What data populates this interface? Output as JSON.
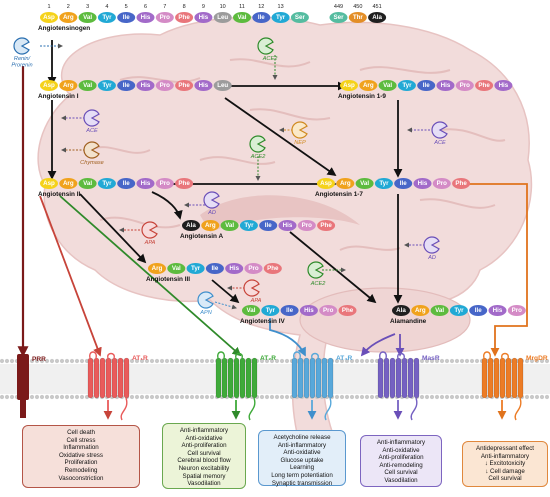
{
  "colors": {
    "Asp": "#f5d21a",
    "Arg": "#f0a21c",
    "Val": "#5dbb3e",
    "Tyr": "#21a9d5",
    "Ile": "#4766c8",
    "His": "#a26ac9",
    "Pro": "#d48bc6",
    "Phe": "#e9767b",
    "Leu": "#9c9c9c",
    "Ser": "#55bca0",
    "Thr": "#e38e27",
    "Ala": "#1f1f1f",
    "brain": "#f1d7d6",
    "brain_line": "#e1b6b5",
    "PRR": "#7b1a1a",
    "AT1R": "#e95b5b",
    "AT2R": "#3faa3a",
    "AT4R": "#58a8da",
    "MasR": "#7561c2",
    "MrgDR": "#ec7c26"
  },
  "angiotensinogen": {
    "label": "Angiotensinogen",
    "residues": [
      "Asp",
      "Arg",
      "Val",
      "Tyr",
      "Ile",
      "His",
      "Pro",
      "Phe",
      "His",
      "Leu",
      "Val",
      "Ile",
      "Tyr",
      "Ser",
      "···",
      "Ser",
      "Thr",
      "Ala"
    ],
    "positions": [
      "1",
      "2",
      "3",
      "4",
      "5",
      "6",
      "7",
      "8",
      "9",
      "10",
      "11",
      "12",
      "13",
      "",
      "449",
      "450",
      "451"
    ]
  },
  "peptides": {
    "ang1": {
      "label": "Angiotensin I",
      "residues": [
        "Asp",
        "Arg",
        "Val",
        "Tyr",
        "Ile",
        "His",
        "Pro",
        "Phe",
        "His",
        "Leu"
      ]
    },
    "ang19": {
      "label": "Angiotensin 1-9",
      "residues": [
        "Asp",
        "Arg",
        "Val",
        "Tyr",
        "Ile",
        "His",
        "Pro",
        "Phe",
        "His"
      ]
    },
    "ang2": {
      "label": "Angiotensin II",
      "residues": [
        "Asp",
        "Arg",
        "Val",
        "Tyr",
        "Ile",
        "His",
        "Pro",
        "Phe"
      ]
    },
    "ang17": {
      "label": "Angiotensin 1-7",
      "residues": [
        "Asp",
        "Arg",
        "Val",
        "Tyr",
        "Ile",
        "His",
        "Pro",
        "Phe"
      ]
    },
    "angA": {
      "label": "Angiotensin A",
      "residues": [
        "Ala",
        "Arg",
        "Val",
        "Tyr",
        "Ile",
        "His",
        "Pro",
        "Phe"
      ]
    },
    "ang3": {
      "label": "Angiotensin III",
      "residues": [
        "Arg",
        "Val",
        "Tyr",
        "Ile",
        "His",
        "Pro",
        "Phe"
      ]
    },
    "ang4": {
      "label": "Angiotensin IV",
      "residues": [
        "Val",
        "Tyr",
        "Ile",
        "His",
        "Pro",
        "Phe"
      ]
    },
    "alam": {
      "label": "Alamandine",
      "residues": [
        "Ala",
        "Arg",
        "Val",
        "Tyr",
        "Ile",
        "His",
        "Pro"
      ]
    }
  },
  "enzymes": {
    "renin": "Renin/\nProrenin",
    "ace2_top": "ACE2",
    "ace_left": "ACE",
    "chymase": "Chymase",
    "nep": "NEP",
    "ace_right": "ACE",
    "ace2_mid": "ACE2",
    "ad_mid": "AD",
    "apa_left": "APA",
    "ace2_low": "ACE2",
    "ad_right": "AD",
    "apa_low": "APA",
    "apn": "APN"
  },
  "receptors": {
    "PRR": "PRR",
    "AT1R": "AT₁R",
    "AT2R": "AT₂R",
    "AT4R": "AT₄R",
    "MasR": "MasR",
    "MrgDR": "MrgDR"
  },
  "effects": {
    "PRR_AT1R": [
      "Cell death",
      "Cell stress",
      "Inflammation",
      "Oxidative stress",
      "Proliferation",
      "Remodeling",
      "Vasoconstriction"
    ],
    "AT2R": [
      "Anti-inflammatory",
      "Anti-oxidative",
      "Anti-proliferation",
      "Cell survival",
      "Cerebral blood flow",
      "Neuron excitability",
      "Spatial memory",
      "Vasodilation"
    ],
    "AT4R": [
      "Acetycholine release",
      "Anti-inflammatory",
      "Anti-oxidative",
      "Glucose uptake",
      "Learning",
      "Long term potentiation",
      "Synaptic transmission"
    ],
    "MasR": [
      "Anti-inflammatory",
      "Anti-oxidative",
      "Anti-proliferation",
      "Anti-remodeling",
      "Cell survival",
      "Vasodilation"
    ],
    "MrgDR": [
      "Antidepressant effect",
      "Anti-inflammatory",
      "↓ Excitotoxicity",
      "↓ Cell damage",
      "Cell survival"
    ]
  }
}
